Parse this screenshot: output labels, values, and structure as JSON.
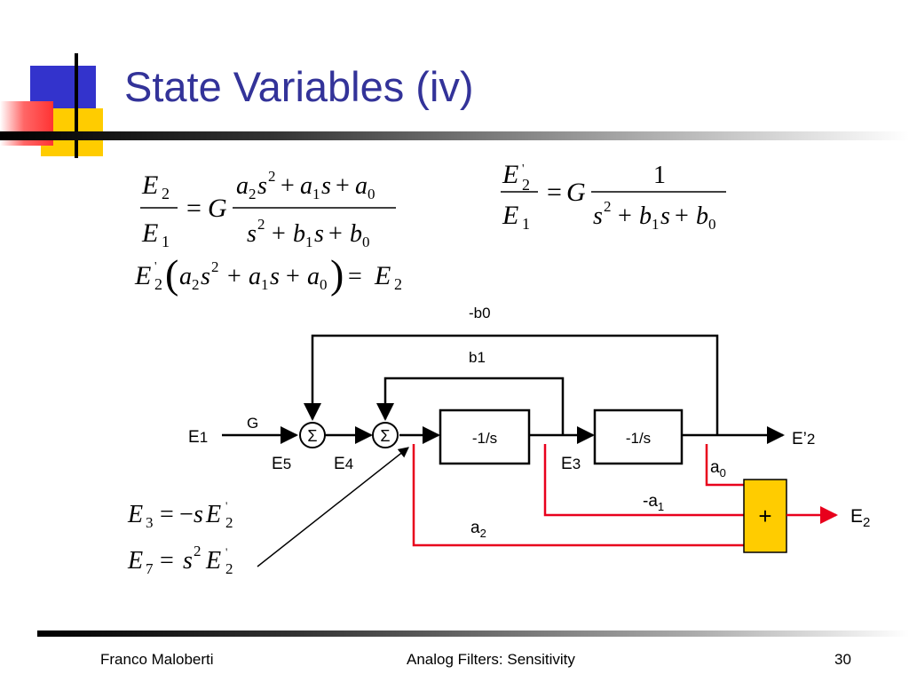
{
  "slide": {
    "title": "State Variables (iv)",
    "footer_left": "Franco Maloberti",
    "footer_center": "Analog Filters: Sensitivity",
    "footer_right": "30"
  },
  "diagram": {
    "labels": {
      "b0": "-b",
      "b0_sub": "0",
      "b1": "b",
      "b1_sub": "1",
      "g": "G",
      "e1": "E",
      "e1_sub": "1",
      "e5": "E",
      "e5_sub": "5",
      "e4": "E",
      "e4_sub": "4",
      "e3": "E",
      "e3_sub": "3",
      "e2p": "E’",
      "e2p_sub": "2",
      "a0": "a",
      "a0_sub": "0",
      "a1": "-a",
      "a1_sub": "1",
      "a2": "a",
      "a2_sub": "2",
      "e2": "E",
      "e2_sub": "2",
      "integrator1": "-1/s",
      "integrator2": "-1/s",
      "sum1": "Σ",
      "sum2": "Σ",
      "adder": "+"
    },
    "colors": {
      "feedforward": "#e8001c",
      "adder_fill": "#ffcc00"
    }
  }
}
